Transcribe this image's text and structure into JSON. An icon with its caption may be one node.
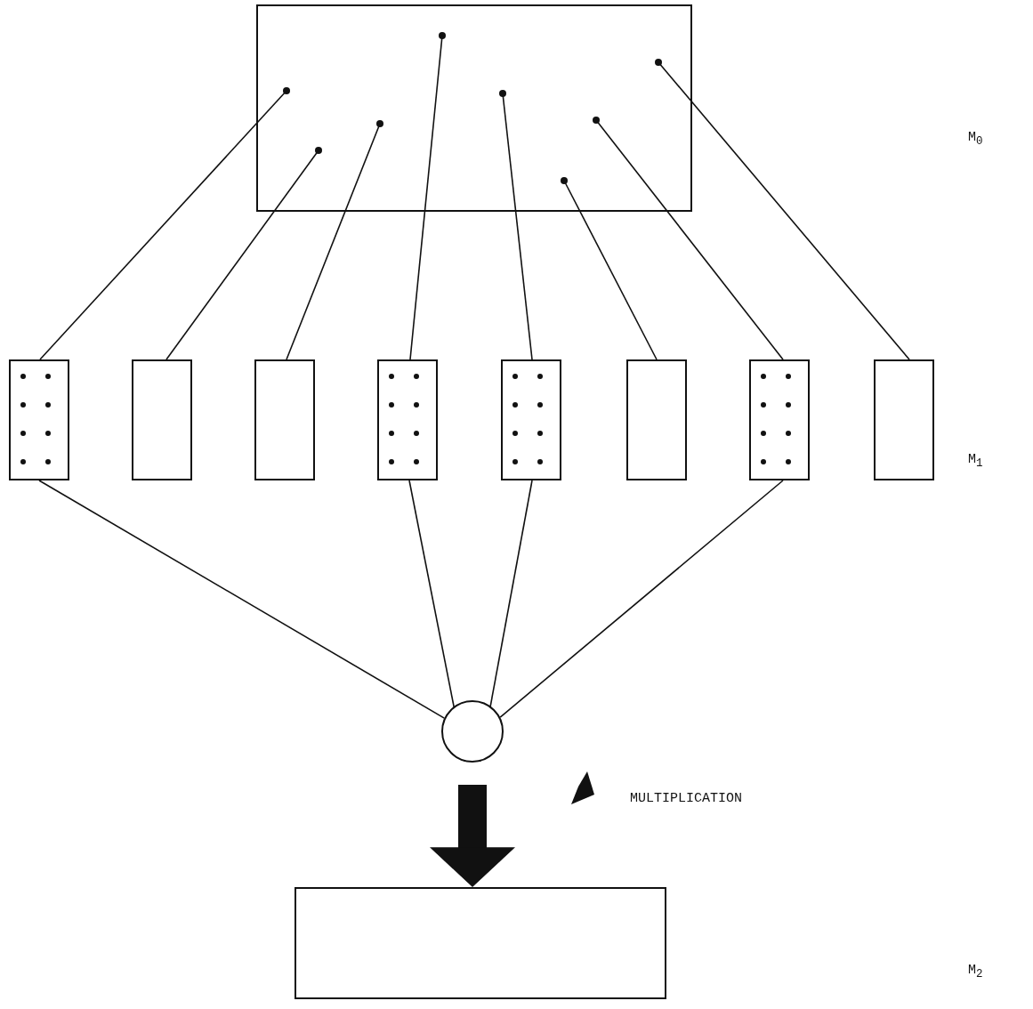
{
  "diagram": {
    "nodes": [
      {
        "text": [],
        "shape": "box"
      },
      {
        "text": [],
        "shape": "box"
      },
      {
        "text": [],
        "shape": "box"
      },
      {
        "text": [],
        "shape": "box"
      },
      {
        "text": [],
        "shape": "box"
      },
      {
        "text": [],
        "shape": "box"
      },
      {
        "text": [],
        "shape": "box"
      },
      {
        "text": [],
        "shape": "box"
      },
      {
        "text": [],
        "shape": "box"
      },
      {
        "text": [],
        "shape": "circle"
      },
      {
        "text": [],
        "shape": "box"
      }
    ],
    "edges": [
      {
        "from": 0,
        "to": 1,
        "arrow": "other"
      },
      {
        "from": 0,
        "to": 2,
        "arrow": "other"
      },
      {
        "from": 0,
        "to": 3,
        "arrow": "other"
      },
      {
        "from": 0,
        "to": 4,
        "arrow": "other"
      },
      {
        "from": 0,
        "to": 5,
        "arrow": "other"
      },
      {
        "from": 0,
        "to": 6,
        "arrow": "other"
      },
      {
        "from": 0,
        "to": 7,
        "arrow": "other"
      },
      {
        "from": 0,
        "to": 8,
        "arrow": "other"
      },
      {
        "from": 1,
        "to": 9,
        "arrow": "none"
      },
      {
        "from": 4,
        "to": 9,
        "arrow": "none"
      },
      {
        "from": 5,
        "to": 9,
        "arrow": "none"
      },
      {
        "from": 7,
        "to": 9,
        "arrow": "none"
      },
      {
        "from": 9,
        "to": 10,
        "arrow": "to",
        "style": "thick"
      }
    ],
    "labels": [
      "M$_{0}$",
      "MULTIPLICATION",
      "M$_{1}$",
      "M$_{2}$"
    ]
  }
}
